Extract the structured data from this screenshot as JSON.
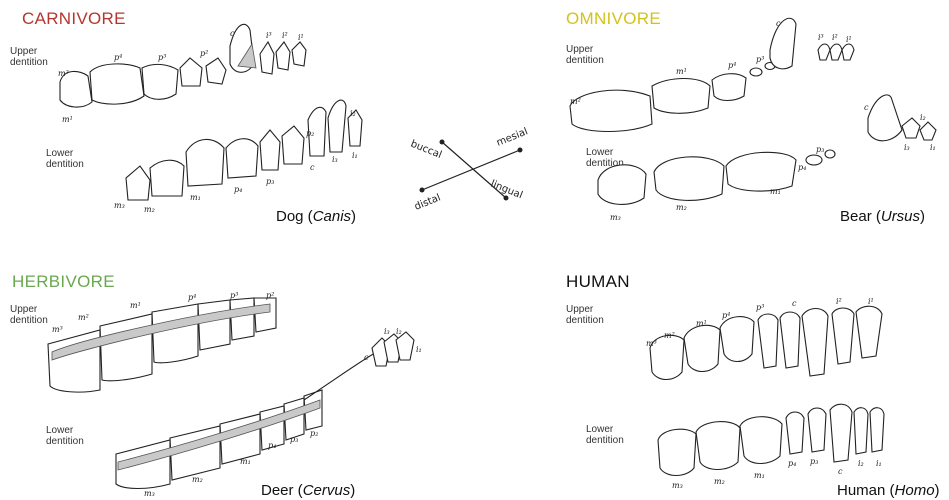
{
  "panels": {
    "carnivore": {
      "title": "CARNIVORE",
      "title_color": "#b5362e",
      "upper_label": "Upper dentition",
      "lower_label": "Lower dentition",
      "caption_common": "Dog (",
      "caption_genus": "Canis",
      "caption_end": ")",
      "upper_teeth": [
        "m²",
        "m¹",
        "p⁴",
        "p³",
        "p²",
        "c",
        "i³",
        "i²",
        "i¹"
      ],
      "lower_teeth": [
        "m₃",
        "m₂",
        "m₁",
        "p₄",
        "p₃",
        "p₂",
        "c",
        "i₃",
        "i₂",
        "i₁"
      ]
    },
    "omnivore": {
      "title": "OMNIVORE",
      "title_color": "#d4c21c",
      "upper_label": "Upper dentition",
      "lower_label": "Lower dentition",
      "caption_common": "Bear (",
      "caption_genus": "Ursus",
      "caption_end": ")",
      "upper_teeth": [
        "m²",
        "m¹",
        "p⁴",
        "p³",
        "c",
        "i³",
        "i²",
        "i¹"
      ],
      "lower_teeth": [
        "m₃",
        "m₂",
        "m₁",
        "p₄",
        "p₃",
        "c",
        "i₃",
        "i₂",
        "i₁"
      ]
    },
    "herbivore": {
      "title": "HERBIVORE",
      "title_color": "#6aa84f",
      "upper_label": "Upper dentition",
      "lower_label": "Lower dentition",
      "caption_common": "Deer (",
      "caption_genus": "Cervus",
      "caption_end": ")",
      "upper_teeth": [
        "m³",
        "m²",
        "m¹",
        "p⁴",
        "p³",
        "p²"
      ],
      "lower_teeth": [
        "m₃",
        "m₂",
        "m₁",
        "p₄",
        "p₃",
        "p₂",
        "c",
        "i₃",
        "i₂",
        "i₁"
      ]
    },
    "human": {
      "title": "HUMAN",
      "title_color": "#111111",
      "upper_label": "Upper dentition",
      "lower_label": "Lower dentition",
      "caption_common": "Human (",
      "caption_genus": "Homo",
      "caption_end": ")",
      "upper_teeth": [
        "m³",
        "m²",
        "m¹",
        "p⁴",
        "p³",
        "c",
        "i²",
        "i¹"
      ],
      "lower_teeth": [
        "m₃",
        "m₂",
        "m₁",
        "p₄",
        "p₃",
        "c",
        "i₂",
        "i₁"
      ]
    }
  },
  "compass": {
    "buccal": "buccal",
    "mesial": "mesial",
    "distal": "distal",
    "lingual": "lingual"
  }
}
